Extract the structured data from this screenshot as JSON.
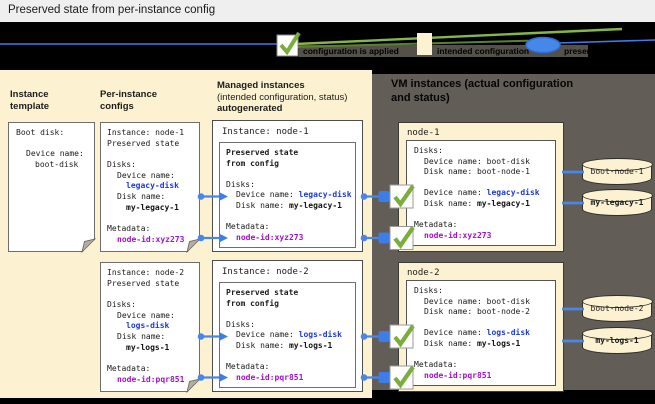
{
  "title": "Preserved state from per-instance config",
  "legend": {
    "check_label": "configuration is applied",
    "box_label": "intended configuration",
    "oval_label": "preserved state"
  },
  "columns": {
    "template_heading": "Instance template",
    "configs_heading": "Per-instance configs",
    "managed_heading_line1": "Managed instances",
    "managed_heading_line2": "(intended configuration, status)",
    "managed_heading_line3": "autogenerated"
  },
  "vm_panel_heading": {
    "line1": "VM instances (actual configuration",
    "line2": "and status)"
  },
  "template_box": {
    "boot_disk": "Boot disk:",
    "device_label": "Device name:",
    "device_value": "boot-disk"
  },
  "per_instance_configs": [
    {
      "instance": "Instance: node-1",
      "preserved": "Preserved state",
      "disks": "Disks:",
      "device_label": "Device name:",
      "device_value": "legacy-disk",
      "disk_label": "Disk name:",
      "disk_value": "my-legacy-1",
      "metadata": "Metadata:",
      "metadata_value": "node-id:xyz273"
    },
    {
      "instance": "Instance: node-2",
      "preserved": "Preserved state",
      "disks": "Disks:",
      "device_label": "Device name:",
      "device_value": "logs-disk",
      "disk_label": "Disk name:",
      "disk_value": "my-logs-1",
      "metadata": "Metadata:",
      "metadata_value": "node-id:pqr851"
    }
  ],
  "managed_instances": [
    {
      "title": "Instance: node-1",
      "preserved_line1": "Preserved state",
      "preserved_line2": "from config",
      "disks": "Disks:",
      "device_label": "Device name: ",
      "device_value": "legacy-disk",
      "disk_label": "Disk name: ",
      "disk_value": "my-legacy-1",
      "metadata": "Metadata:",
      "metadata_value": "node-id:xyz273"
    },
    {
      "title": "Instance: node-2",
      "preserved_line1": "Preserved state",
      "preserved_line2": "from config",
      "disks": "Disks:",
      "device_label": "Device name: ",
      "device_value": "logs-disk",
      "disk_label": "Disk name: ",
      "disk_value": "my-logs-1",
      "metadata": "Metadata:",
      "metadata_value": "node-id:pqr851"
    }
  ],
  "vm_instances": [
    {
      "title": "node-1",
      "disks": "Disks:",
      "boot_device_label": "Device name: ",
      "boot_device_value": "boot-disk",
      "boot_disk_label": "Disk name: ",
      "boot_disk_value": "boot-node-1",
      "device_label": "Device name: ",
      "device_value": "legacy-disk",
      "disk_label": "Disk name: ",
      "disk_value": "my-legacy-1",
      "metadata": "Metadata:",
      "metadata_value": "node-id:xyz273"
    },
    {
      "title": "node-2",
      "disks": "Disks:",
      "boot_device_label": "Device name: ",
      "boot_device_value": "boot-disk",
      "boot_disk_label": "Disk name: ",
      "boot_disk_value": "boot-node-2",
      "device_label": "Device name: ",
      "device_value": "logs-disk",
      "disk_label": "Disk name: ",
      "disk_value": "my-logs-1",
      "metadata": "Metadata:",
      "metadata_value": "node-id:pqr851"
    }
  ],
  "disks": [
    {
      "name": "boot-node-1"
    },
    {
      "name": "my-legacy-1"
    },
    {
      "name": "boot-node-2"
    },
    {
      "name": "my-logs-1"
    }
  ],
  "colors": {
    "panel_beige": "#fcf2d2",
    "panel_dark": "#625d57",
    "device_blue": "#1c39e0",
    "metadata_purple": "#a013cd",
    "connector_blue": "#4a86e8",
    "check_green": "#7aad3c"
  }
}
